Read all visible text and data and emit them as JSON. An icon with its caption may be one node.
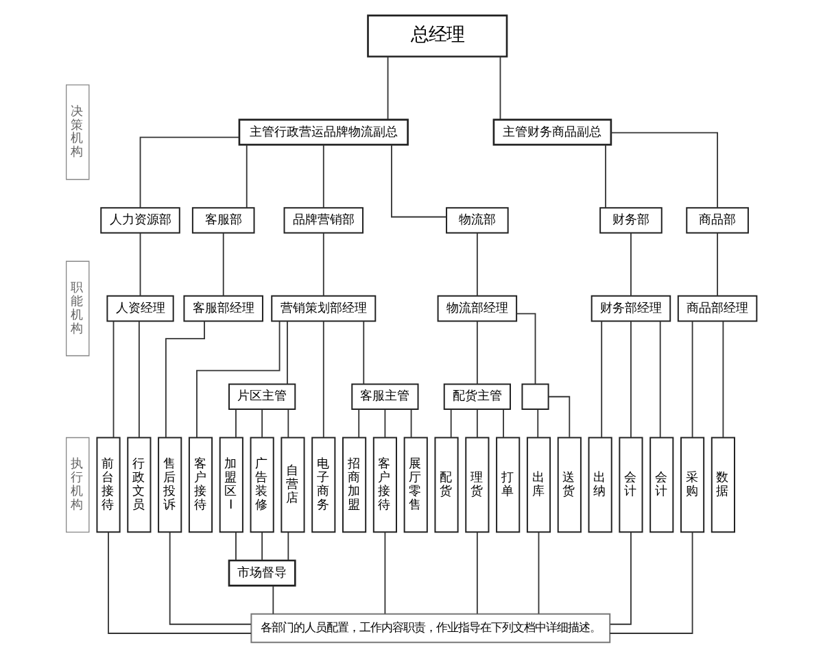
{
  "diagram": {
    "nodes": [
      {
        "text": [
          "总经理"
        ]
      },
      {
        "text": [
          "主管行政营运品牌物流副总"
        ]
      },
      {
        "text": [
          "主管财务商品副总"
        ]
      },
      {
        "text": [
          "人力资源部"
        ]
      },
      {
        "text": [
          "客服部"
        ]
      },
      {
        "text": [
          "品牌营销部"
        ]
      },
      {
        "text": [
          "物流部"
        ]
      },
      {
        "text": [
          "财务部"
        ]
      },
      {
        "text": [
          "商品部"
        ]
      },
      {
        "text": [
          "人资经理"
        ]
      },
      {
        "text": [
          "客服部经理"
        ]
      },
      {
        "text": [
          "营销策划部经理"
        ]
      },
      {
        "text": [
          "物流部经理"
        ]
      },
      {
        "text": [
          "财务部经理"
        ]
      },
      {
        "text": [
          "商品部经理"
        ]
      },
      {
        "text": [
          "片区主管"
        ]
      },
      {
        "text": [
          "客服主管"
        ]
      },
      {
        "text": [
          "配货主管"
        ]
      },
      {
        "text": [],
        "shape": "box"
      },
      {
        "text": [
          "前台接待"
        ]
      },
      {
        "text": [
          "行政文员"
        ]
      },
      {
        "text": [
          "售后投诉"
        ]
      },
      {
        "text": [
          "客户接待"
        ]
      },
      {
        "text": [
          "加盟区I"
        ]
      },
      {
        "text": [
          "广告装修"
        ]
      },
      {
        "text": [
          "自营店"
        ]
      },
      {
        "text": [
          "电子商务"
        ]
      },
      {
        "text": [
          "招商加盟"
        ]
      },
      {
        "text": [
          "客户接待"
        ]
      },
      {
        "text": [
          "展厅零售"
        ]
      },
      {
        "text": [
          "配货"
        ]
      },
      {
        "text": [
          "理货"
        ]
      },
      {
        "text": [
          "打单"
        ]
      },
      {
        "text": [
          "出库"
        ]
      },
      {
        "text": [
          "送货"
        ]
      },
      {
        "text": [
          "出纳"
        ]
      },
      {
        "text": [
          "会计"
        ]
      },
      {
        "text": [
          "会计"
        ]
      },
      {
        "text": [
          "采购"
        ]
      },
      {
        "text": [
          "数据"
        ]
      },
      {
        "text": [
          "市场督导"
        ]
      },
      {
        "text": [
          "各部门的人员配置，工作内容职责，作业指导在下列文档中详细描述。"
        ]
      },
      {
        "text": [
          "决策机构"
        ]
      },
      {
        "text": [
          "职能机构"
        ]
      },
      {
        "text": [
          "执行机构"
        ]
      }
    ],
    "edges": [
      {
        "from": 0,
        "to": 1,
        "arrow": "none"
      },
      {
        "from": 0,
        "to": 2,
        "arrow": "none"
      },
      {
        "from": 1,
        "to": 3,
        "arrow": "none"
      },
      {
        "from": 1,
        "to": 4,
        "arrow": "none"
      },
      {
        "from": 1,
        "to": 5,
        "arrow": "none"
      },
      {
        "from": 1,
        "to": 6,
        "arrow": "none"
      },
      {
        "from": 2,
        "to": 7,
        "arrow": "none"
      },
      {
        "from": 2,
        "to": 8,
        "arrow": "none"
      },
      {
        "from": 3,
        "to": 9,
        "arrow": "none"
      },
      {
        "from": 4,
        "to": 10,
        "arrow": "none"
      },
      {
        "from": 5,
        "to": 11,
        "arrow": "none"
      },
      {
        "from": 6,
        "to": 12,
        "arrow": "none"
      },
      {
        "from": 7,
        "to": 13,
        "arrow": "none"
      },
      {
        "from": 8,
        "to": 14,
        "arrow": "none"
      },
      {
        "from": 9,
        "to": 19,
        "arrow": "none"
      },
      {
        "from": 9,
        "to": 20,
        "arrow": "none"
      },
      {
        "from": 10,
        "to": 21,
        "arrow": "none"
      },
      {
        "from": 11,
        "to": 22,
        "arrow": "none"
      },
      {
        "from": 11,
        "to": 15,
        "arrow": "none"
      },
      {
        "from": 11,
        "to": 26,
        "arrow": "none"
      },
      {
        "from": 11,
        "to": 16,
        "arrow": "none"
      },
      {
        "from": 12,
        "to": 17,
        "arrow": "none"
      },
      {
        "from": 12,
        "to": 18,
        "arrow": "none"
      },
      {
        "from": 13,
        "to": 35,
        "arrow": "none"
      },
      {
        "from": 13,
        "to": 36,
        "arrow": "none"
      },
      {
        "from": 13,
        "to": 37,
        "arrow": "none"
      },
      {
        "from": 14,
        "to": 38,
        "arrow": "none"
      },
      {
        "from": 14,
        "to": 39,
        "arrow": "none"
      },
      {
        "from": 15,
        "to": 23,
        "arrow": "none"
      },
      {
        "from": 15,
        "to": 24,
        "arrow": "none"
      },
      {
        "from": 15,
        "to": 25,
        "arrow": "none"
      },
      {
        "from": 16,
        "to": 27,
        "arrow": "none"
      },
      {
        "from": 16,
        "to": 28,
        "arrow": "none"
      },
      {
        "from": 16,
        "to": 29,
        "arrow": "none"
      },
      {
        "from": 17,
        "to": 30,
        "arrow": "none"
      },
      {
        "from": 17,
        "to": 31,
        "arrow": "none"
      },
      {
        "from": 17,
        "to": 32,
        "arrow": "none"
      },
      {
        "from": 18,
        "to": 33,
        "arrow": "none"
      },
      {
        "from": 18,
        "to": 34,
        "arrow": "none"
      },
      {
        "from": 23,
        "to": 40,
        "arrow": "none"
      },
      {
        "from": 24,
        "to": 40,
        "arrow": "none"
      },
      {
        "from": 25,
        "to": 40,
        "arrow": "none"
      },
      {
        "from": 19,
        "to": 41,
        "arrow": "none"
      },
      {
        "from": 21,
        "to": 41,
        "arrow": "none"
      },
      {
        "from": 40,
        "to": 41,
        "arrow": "none"
      },
      {
        "from": 28,
        "to": 41,
        "arrow": "none"
      },
      {
        "from": 31,
        "to": 41,
        "arrow": "none"
      },
      {
        "from": 33,
        "to": 41,
        "arrow": "none"
      },
      {
        "from": 36,
        "to": 41,
        "arrow": "none"
      },
      {
        "from": 38,
        "to": 41,
        "arrow": "none"
      }
    ]
  }
}
